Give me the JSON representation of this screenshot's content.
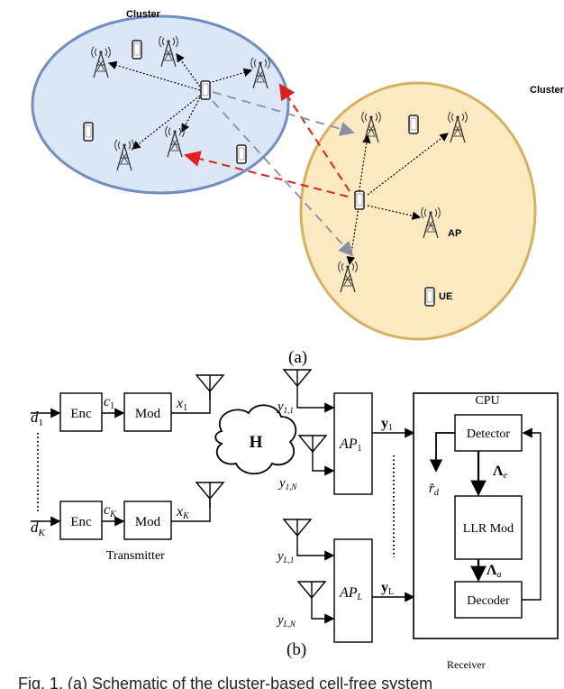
{
  "top": {
    "cluster_label_left": "Cluster",
    "cluster_label_right": "Cluster",
    "ap_label": "AP",
    "ue_label": "UE",
    "caption": "(a)"
  },
  "bottom": {
    "d1": "d",
    "d1_sub": "1",
    "dK": "d",
    "dK_sub": "K",
    "enc": "Enc",
    "mod": "Mod",
    "c1": "c",
    "c1_sub": "1",
    "cK": "c",
    "cK_sub": "K",
    "x1": "x",
    "x1_sub": "1",
    "xK": "x",
    "xK_sub": "K",
    "channel": "H",
    "transmitter": "Transmitter",
    "y11": "y",
    "y11_sub": "1,1",
    "y1N": "y",
    "y1N_sub": "1,N",
    "yL1": "y",
    "yL1_sub": "L,1",
    "yLN": "y",
    "yLN_sub": "L,N",
    "ap1": "AP",
    "ap1_sub": "1",
    "apL": "AP",
    "apL_sub": "L",
    "yvec1": "y",
    "yvec1_sub": "1",
    "yvecL": "y",
    "yvecL_sub": "L",
    "cpu": "CPU",
    "detector": "Detector",
    "llr": "LLR Mod",
    "decoder": "Decoder",
    "rhat": "r̂",
    "rhat_sub": "d",
    "lambda_e": "Λ",
    "lambda_e_sub": "e",
    "lambda_a": "Λ",
    "lambda_a_sub": "a",
    "receiver": "Receiver",
    "caption": "(b)",
    "fig_caption": "Fig. 1. (a) Schematic of the cluster-based cell-free system"
  },
  "colors": {
    "cluster_left_fill": "#dbe7f6",
    "cluster_left_stroke": "#6f8fbf",
    "cluster_right_fill": "#f9e6b8",
    "cluster_right_stroke": "#d4b261",
    "red_arrow": "#e0201e",
    "gray_arrow": "#8a8fa6"
  }
}
